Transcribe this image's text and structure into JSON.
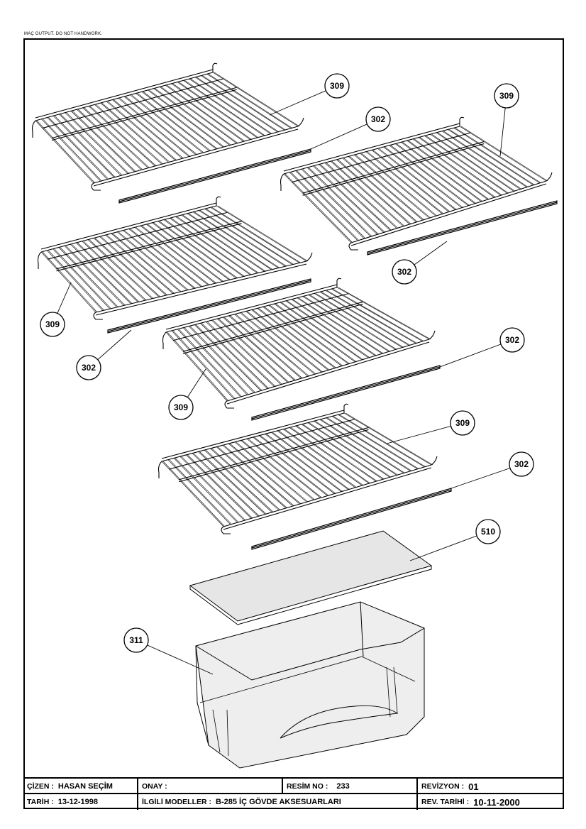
{
  "header": {
    "note": "MAÇ OUTPUT. DO NOT HANDWORK."
  },
  "callouts": [
    {
      "id": "c1",
      "label": "309"
    },
    {
      "id": "c2",
      "label": "302"
    },
    {
      "id": "c3",
      "label": "309"
    },
    {
      "id": "c4",
      "label": "302"
    },
    {
      "id": "c5",
      "label": "309"
    },
    {
      "id": "c6",
      "label": "302"
    },
    {
      "id": "c7",
      "label": "302"
    },
    {
      "id": "c8",
      "label": "309"
    },
    {
      "id": "c9",
      "label": "309"
    },
    {
      "id": "c10",
      "label": "302"
    },
    {
      "id": "c11",
      "label": "510"
    },
    {
      "id": "c12",
      "label": "311"
    }
  ],
  "title_block": {
    "cizen_label": "ÇİZEN :",
    "cizen_value": "HASAN SEÇİM",
    "onay_label": "ONAY :",
    "onay_value": "",
    "resim_label": "RESİM NO :",
    "resim_value": "233",
    "revizyon_label": "REVİZYON :",
    "revizyon_value": "01",
    "tarih_label": "TARİH :",
    "tarih_value": "13-12-1998",
    "modeller_label": "İLGİLİ MODELLER :",
    "modeller_value": "B-285  İÇ GÖVDE AKSESUARLARI",
    "rev_tarihi_label": "REV. TARİHİ :",
    "rev_tarihi_value": "10-11-2000"
  }
}
